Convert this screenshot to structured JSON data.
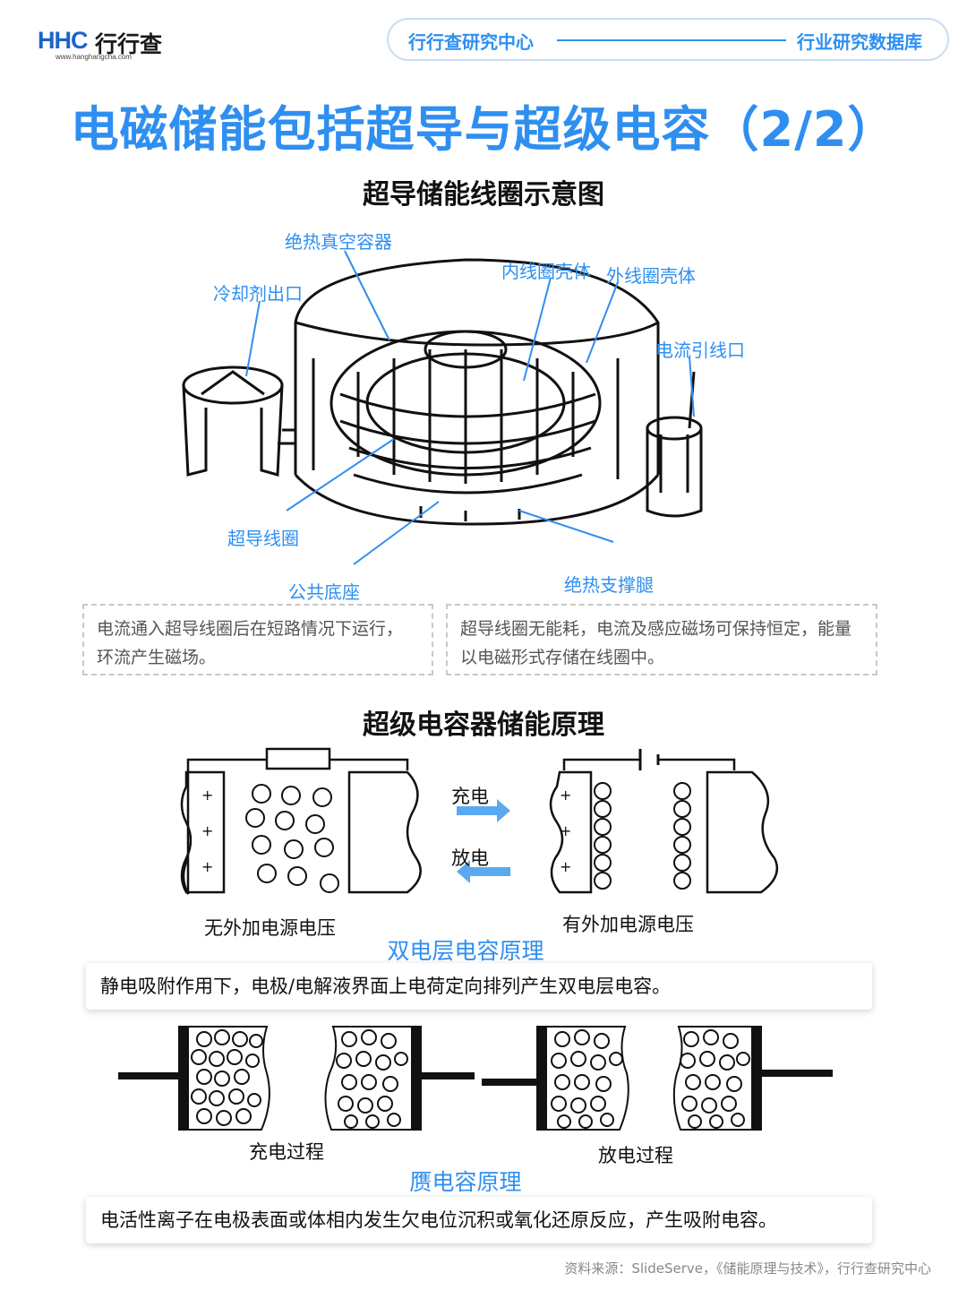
{
  "header": {
    "logo_mark": "HHC",
    "logo_text": "行行查",
    "logo_url": "www.hanghangcha.com",
    "badge_left": "行行查研究中心",
    "badge_right": "行业研究数据库"
  },
  "title": "电磁储能包括超导与超级电容（2/2）",
  "smes": {
    "heading": "超导储能线圈示意图",
    "labels": {
      "vacuum_vessel": "绝热真空容器",
      "coolant_outlet": "冷却剂出口",
      "inner_shell": "内线圈壳体",
      "outer_shell": "外线圈壳体",
      "current_lead": "电流引线口",
      "sc_coil": "超导线圈",
      "common_base": "公共底座",
      "support_legs": "绝热支撑腿"
    },
    "note_left": "电流通入超导线圈后在短路情况下运行，环流产生磁场。",
    "note_right": "超导线圈无能耗，电流及感应磁场可保持恒定，能量以电磁形式存储在线圈中。"
  },
  "supercap": {
    "heading": "超级电容器储能原理",
    "charge_label": "充电",
    "discharge_label": "放电",
    "no_voltage": "无外加电源电压",
    "with_voltage": "有外加电源电压",
    "edl_title": "双电层电容原理",
    "edl_desc": "静电吸附作用下，电极/电解液界面上电荷定向排列产生双电层电容。",
    "charge_process": "充电过程",
    "discharge_process": "放电过程",
    "pseudo_title": "赝电容原理",
    "pseudo_desc": "电活性离子在电极表面或体相内发生欠电位沉积或氧化还原反应，产生吸附电容。"
  },
  "source": "资料来源：SlideServe，《储能原理与技术》，行行查研究中心",
  "colors": {
    "accent": "#2f8ff0",
    "text": "#111111",
    "muted": "#888888"
  }
}
